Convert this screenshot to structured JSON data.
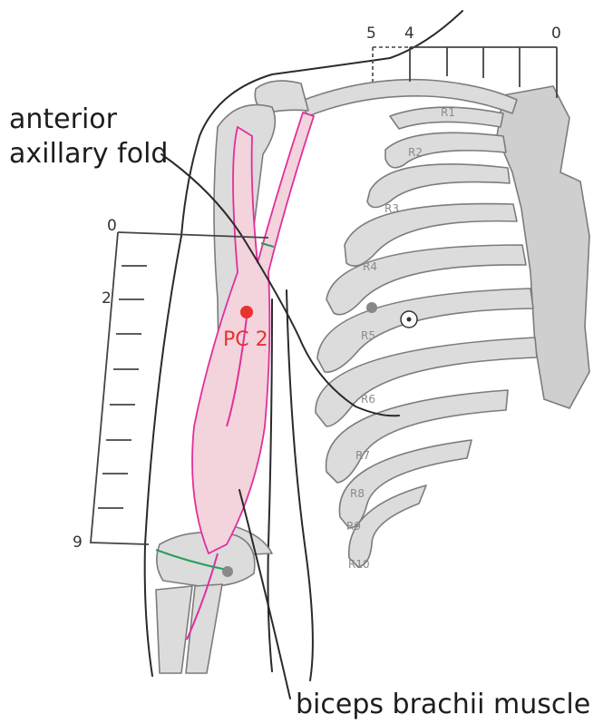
{
  "labels": {
    "anterior_line1": "anterior",
    "anterior_line2": "axillary fold",
    "biceps": "biceps brachii muscle",
    "point_name": "PC 2"
  },
  "arm_scale_ticks": [
    "0",
    "2",
    "9"
  ],
  "chest_scale_ticks": [
    "5",
    "4",
    "0"
  ],
  "ribs": [
    "R1",
    "R2",
    "R3",
    "R4",
    "R5",
    "R6",
    "R7",
    "R8",
    "R9",
    "R10"
  ],
  "colors": {
    "meridian": "#e0309a",
    "acupoint": "#e8332f",
    "elbow_crease": "#2a9d5a",
    "bone": "#dcdcdc",
    "muscle": "#f3d3dc"
  }
}
